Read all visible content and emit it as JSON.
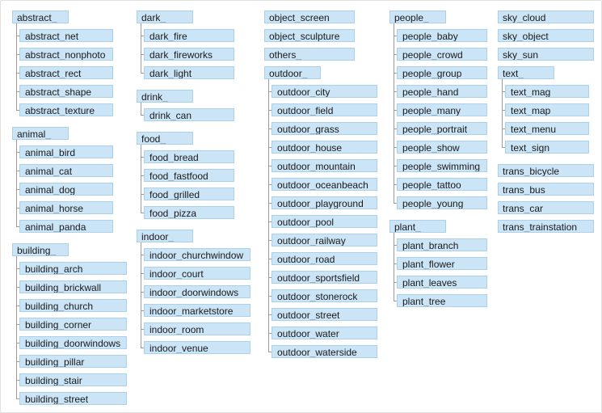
{
  "colors": {
    "item_fill": "#cbe4f6",
    "item_border": "#a9d1ec",
    "connector": "#9b9b9b",
    "frame_border": "#e0e0e0",
    "text": "#1a1a1a",
    "background": "#ffffff"
  },
  "tree": {
    "columns": [
      {
        "groups": [
          {
            "label": "abstract_",
            "children": [
              "abstract_net",
              "abstract_nonphoto",
              "abstract_rect",
              "abstract_shape",
              "abstract_texture"
            ]
          },
          {
            "label": "animal_",
            "children": [
              "animal_bird",
              "animal_cat",
              "animal_dog",
              "animal_horse",
              "animal_panda"
            ]
          },
          {
            "label": "building_",
            "children": [
              "building_arch",
              "building_brickwall",
              "building_church",
              "building_corner",
              "building_doorwindows",
              "building_pillar",
              "building_stair",
              "building_street"
            ]
          }
        ]
      },
      {
        "groups": [
          {
            "label": "dark_",
            "children": [
              "dark_fire",
              "dark_fireworks",
              "dark_light"
            ]
          },
          {
            "label": "drink_",
            "children": [
              "drink_can"
            ]
          },
          {
            "label": "food_",
            "children": [
              "food_bread",
              "food_fastfood",
              "food_grilled",
              "food_pizza"
            ]
          },
          {
            "label": "indoor_",
            "children": [
              "indoor_churchwindow",
              "indoor_court",
              "indoor_doorwindows",
              "indoor_marketstore",
              "indoor_room",
              "indoor_venue"
            ]
          }
        ]
      },
      {
        "groups": [
          {
            "label": "object_screen",
            "children": []
          },
          {
            "label": "object_sculpture",
            "children": []
          },
          {
            "label": "others_",
            "children": []
          },
          {
            "label": "outdoor_",
            "children": [
              "outdoor_city",
              "outdoor_field",
              "outdoor_grass",
              "outdoor_house",
              "outdoor_mountain",
              "outdoor_oceanbeach",
              "outdoor_playground",
              "outdoor_pool",
              "outdoor_railway",
              "outdoor_road",
              "outdoor_sportsfield",
              "outdoor_stonerock",
              "outdoor_street",
              "outdoor_water",
              "outdoor_waterside"
            ]
          }
        ]
      },
      {
        "groups": [
          {
            "label": "people_",
            "children": [
              "people_baby",
              "people_crowd",
              "people_group",
              "people_hand",
              "people_many",
              "people_portrait",
              "people_show",
              "people_swimming",
              "people_tattoo",
              "people_young"
            ]
          },
          {
            "label": "plant_",
            "children": [
              "plant_branch",
              "plant_flower",
              "plant_leaves",
              "plant_tree"
            ]
          }
        ]
      },
      {
        "groups": [
          {
            "label": "sky_cloud",
            "children": []
          },
          {
            "label": "sky_object",
            "children": []
          },
          {
            "label": "sky_sun",
            "children": []
          },
          {
            "label": "text_",
            "children": [
              "text_mag",
              "text_map",
              "text_menu",
              "text_sign"
            ]
          },
          {
            "label": "trans_bicycle",
            "children": []
          },
          {
            "label": "trans_bus",
            "children": []
          },
          {
            "label": "trans_car",
            "children": []
          },
          {
            "label": "trans_trainstation",
            "children": []
          }
        ]
      }
    ]
  }
}
